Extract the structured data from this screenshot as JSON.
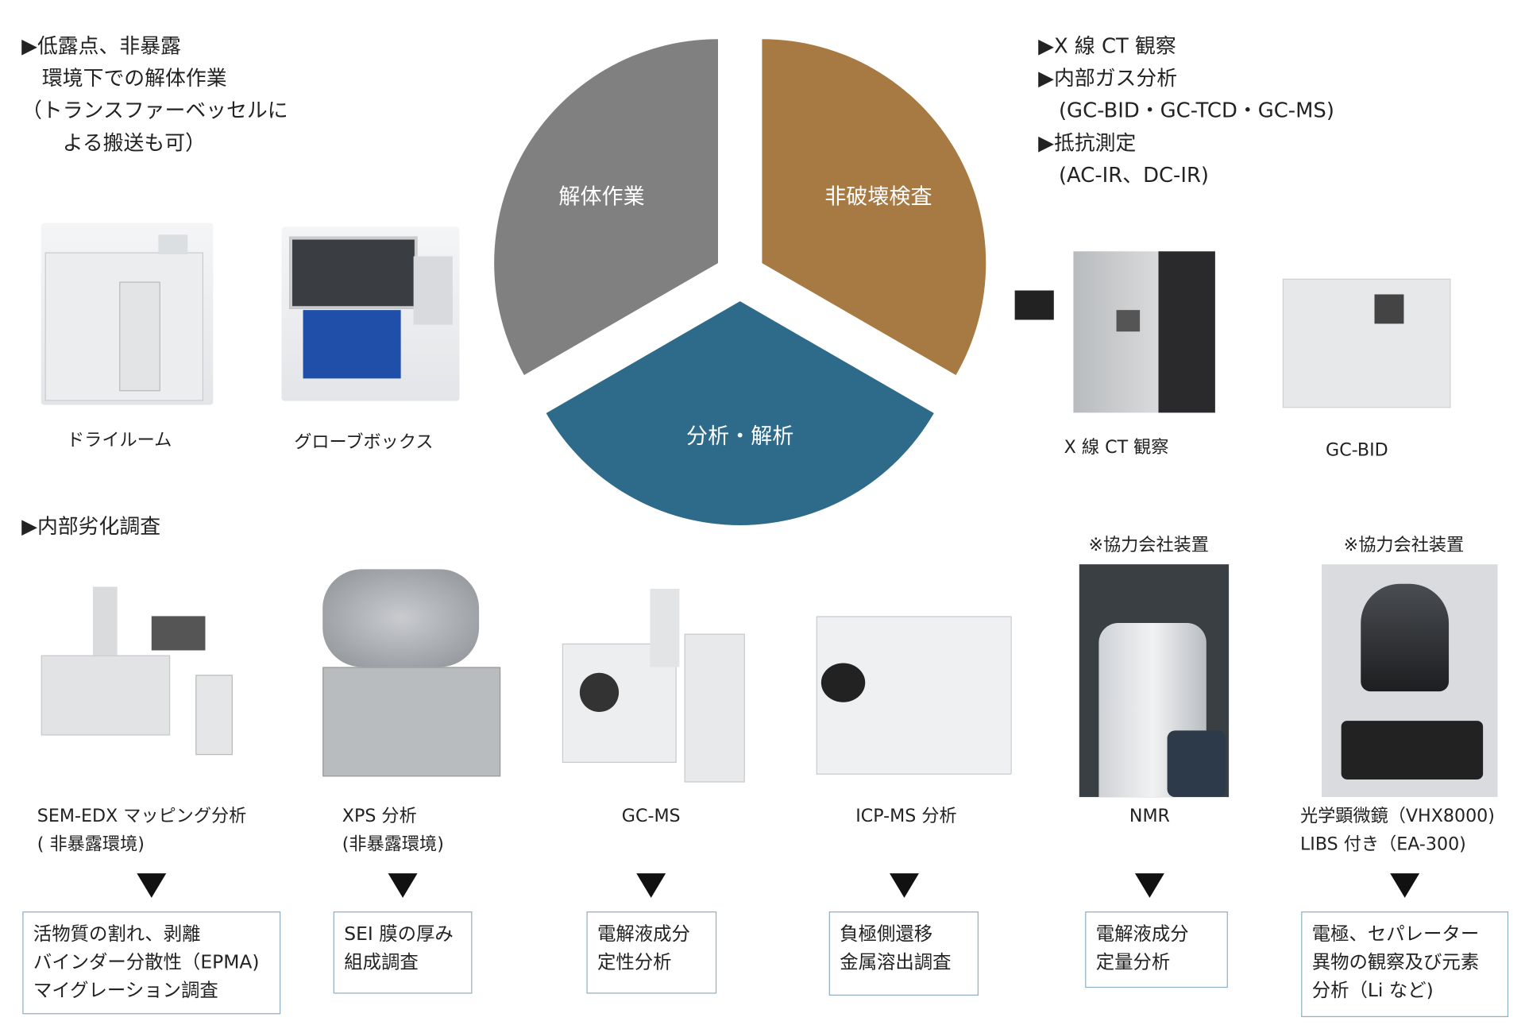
{
  "top_left": {
    "lines": [
      "▶低露点、非暴露",
      "　環境下での解体作業",
      "（トランスファーベッセルに",
      "　　よる搬送も可）"
    ],
    "equipment": [
      {
        "caption": "ドライルーム"
      },
      {
        "caption": "グローブボックス"
      }
    ]
  },
  "top_right": {
    "lines": [
      "▶X 線 CT 観察",
      "▶内部ガス分析",
      "　(GC-BID・GC-TCD・GC-MS)",
      "▶抵抗測定",
      "　(AC-IR、DC-IR)"
    ],
    "equipment": [
      {
        "caption": "X 線 CT 観察"
      },
      {
        "caption": "GC-BID"
      }
    ]
  },
  "cycle": {
    "segments": [
      {
        "label": "解体作業",
        "color": "#808080"
      },
      {
        "label": "非破壊検査",
        "color": "#a67a42"
      },
      {
        "label": "分析・解析",
        "color": "#2e6b8a"
      }
    ]
  },
  "bottom": {
    "heading": "▶内部劣化調査",
    "partner_note": "※協力会社装置",
    "items": [
      {
        "caption": [
          "SEM-EDX マッピング分析",
          "( 非暴露環境)"
        ],
        "result": [
          "活物質の割れ、剥離",
          "バインダー分散性（EPMA)",
          "マイグレーション調査"
        ]
      },
      {
        "caption": [
          "XPS 分析",
          "(非暴露環境)"
        ],
        "result": [
          "SEI 膜の厚み",
          "組成調査"
        ]
      },
      {
        "caption": [
          "GC-MS"
        ],
        "result": [
          "電解液成分",
          "定性分析"
        ]
      },
      {
        "caption": [
          "ICP-MS 分析"
        ],
        "result": [
          "負極側還移",
          "金属溶出調査"
        ]
      },
      {
        "caption": [
          "NMR"
        ],
        "result": [
          "電解液成分",
          "定量分析"
        ]
      },
      {
        "caption": [
          "光学顕微鏡（VHX8000)",
          "LIBS 付き（EA-300)"
        ],
        "result": [
          "電極、セパレーター",
          "異物の観察及び元素",
          "分析（Li など)"
        ]
      }
    ]
  }
}
